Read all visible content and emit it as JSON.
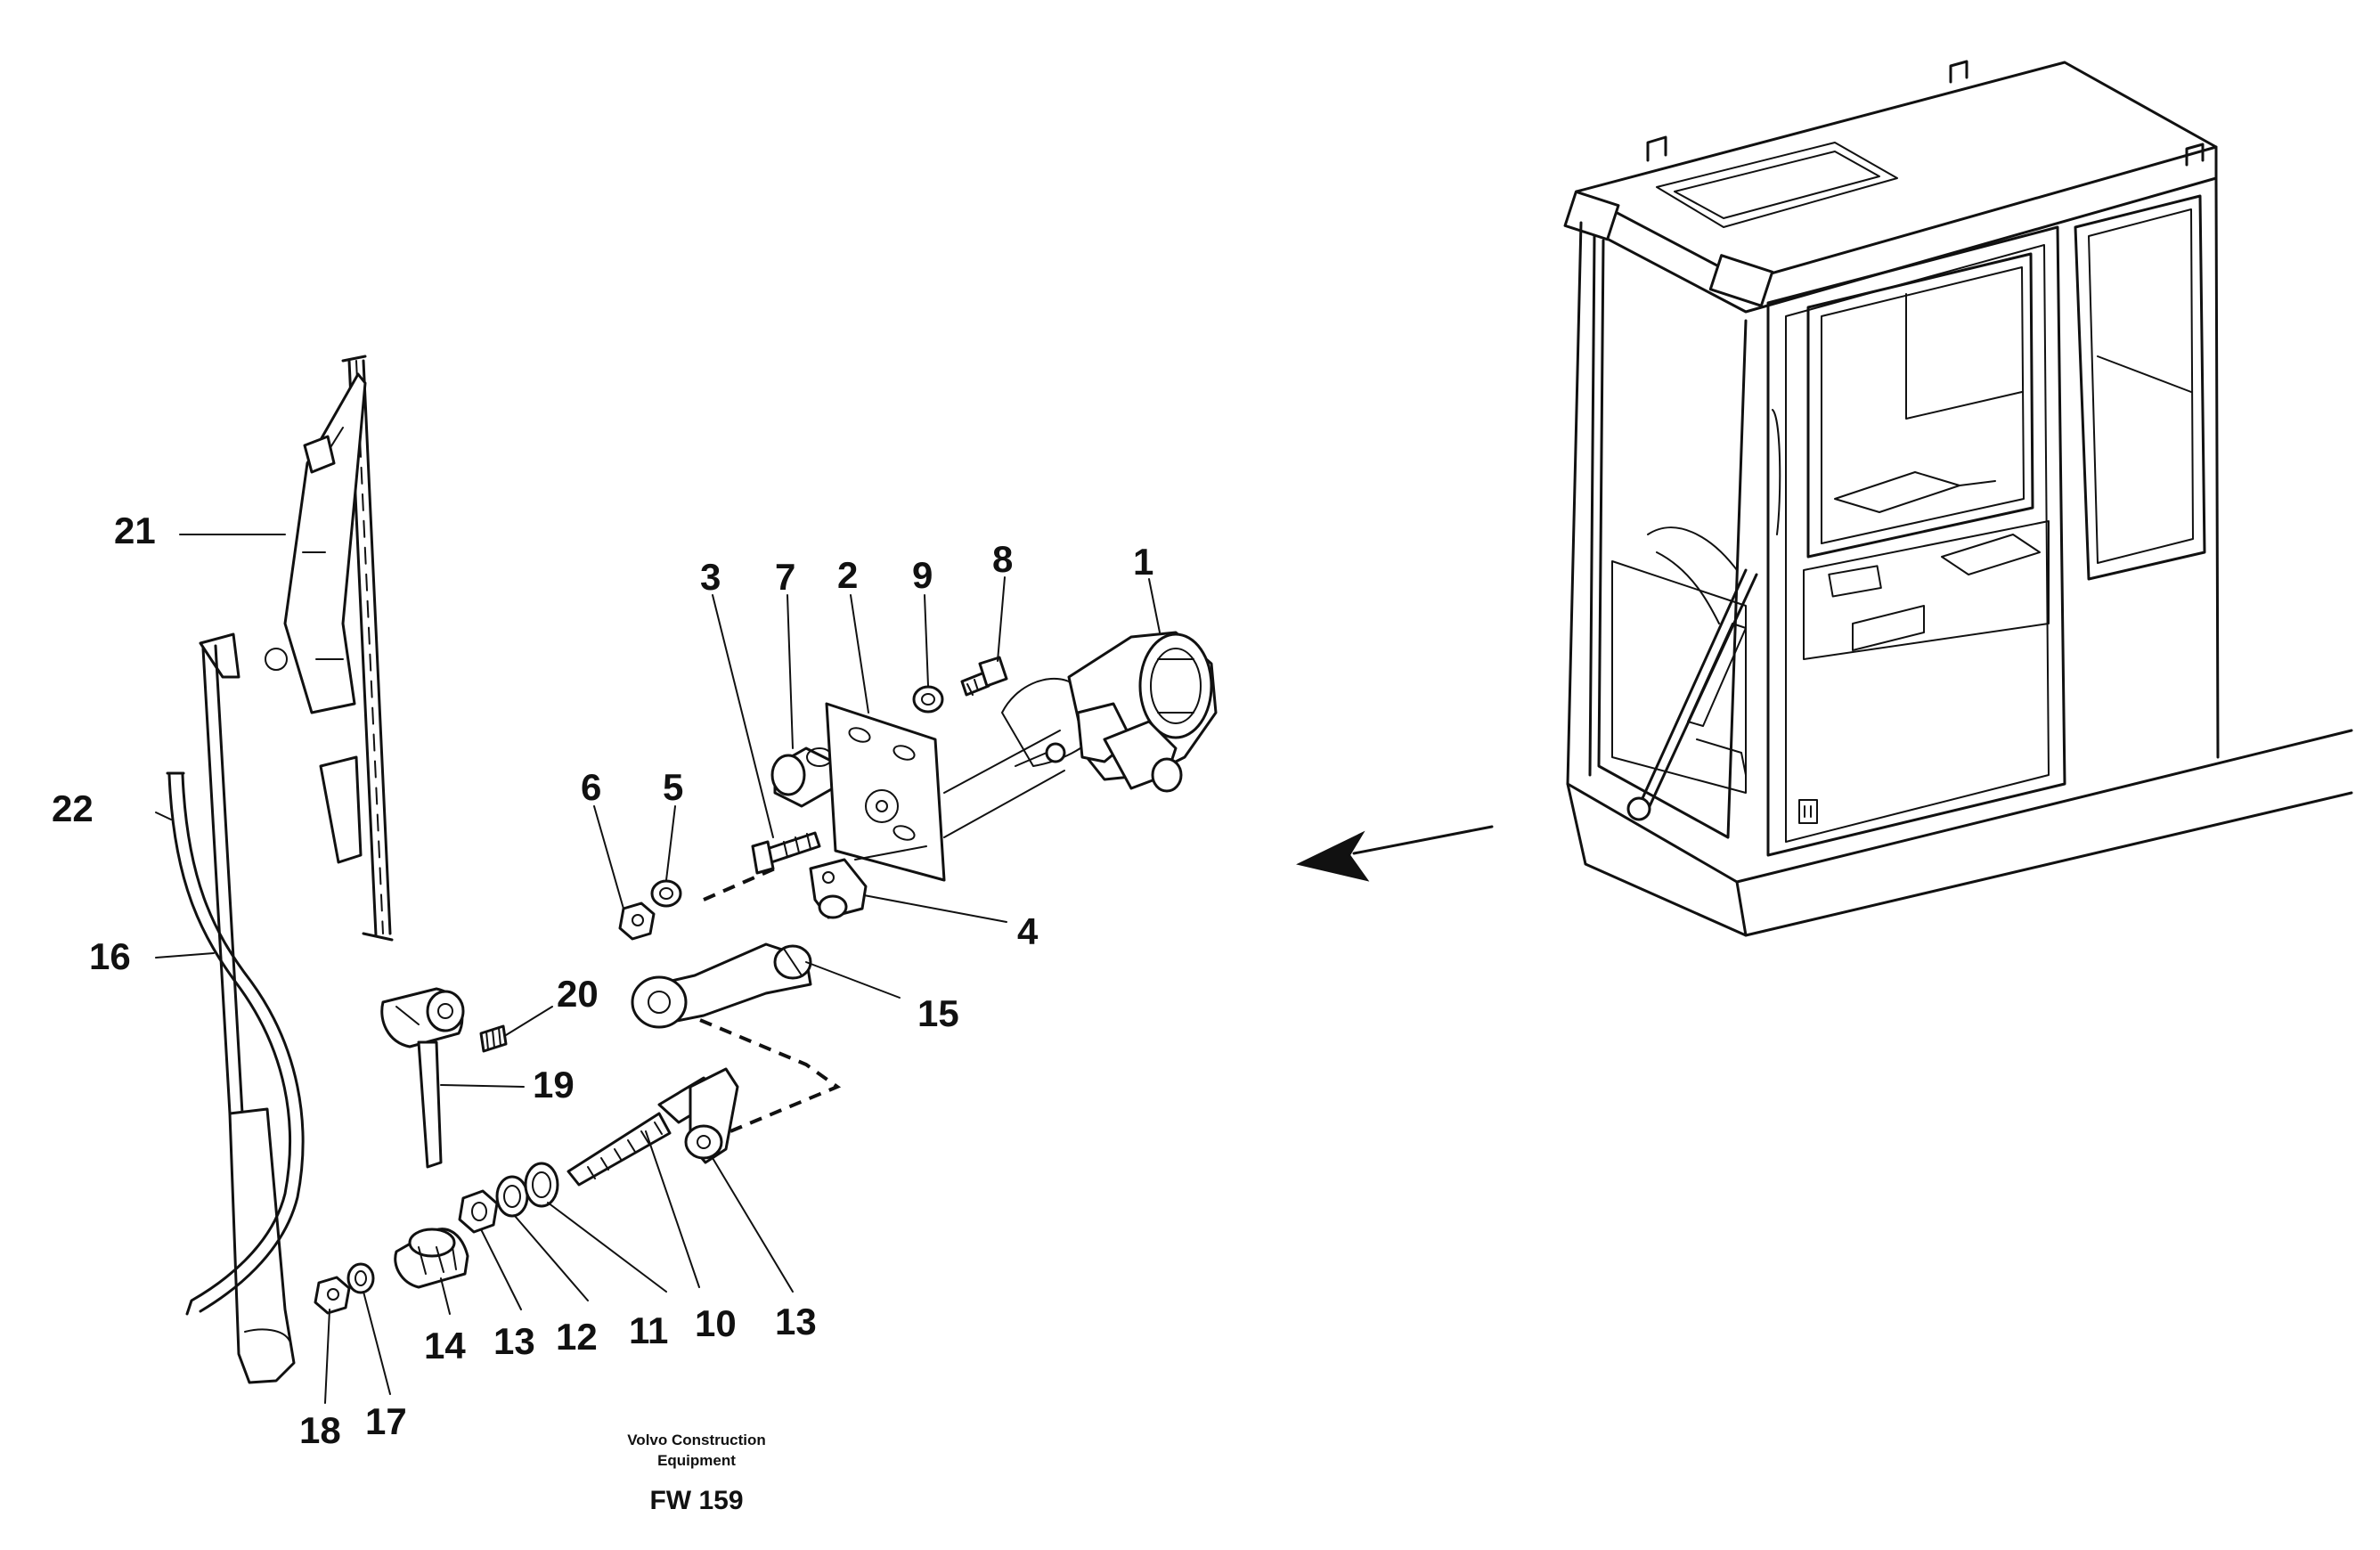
{
  "callouts": [
    {
      "id": "1",
      "label": "1"
    },
    {
      "id": "2",
      "label": "2"
    },
    {
      "id": "3",
      "label": "3"
    },
    {
      "id": "4",
      "label": "4"
    },
    {
      "id": "5",
      "label": "5"
    },
    {
      "id": "6",
      "label": "6"
    },
    {
      "id": "7",
      "label": "7"
    },
    {
      "id": "8",
      "label": "8"
    },
    {
      "id": "9",
      "label": "9"
    },
    {
      "id": "10",
      "label": "10"
    },
    {
      "id": "11",
      "label": "11"
    },
    {
      "id": "12",
      "label": "12"
    },
    {
      "id": "13a",
      "label": "13"
    },
    {
      "id": "13b",
      "label": "13"
    },
    {
      "id": "14",
      "label": "14"
    },
    {
      "id": "15",
      "label": "15"
    },
    {
      "id": "16",
      "label": "16"
    },
    {
      "id": "17",
      "label": "17"
    },
    {
      "id": "18",
      "label": "18"
    },
    {
      "id": "19",
      "label": "19"
    },
    {
      "id": "20",
      "label": "20"
    },
    {
      "id": "21",
      "label": "21"
    },
    {
      "id": "22",
      "label": "22"
    }
  ],
  "credit": {
    "line1": "Volvo Construction",
    "line2": "Equipment",
    "code": "FW 159"
  }
}
